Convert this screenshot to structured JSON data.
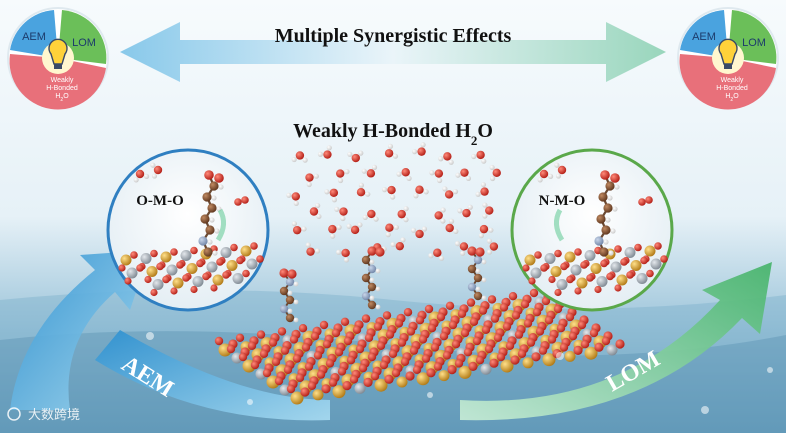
{
  "diagram": {
    "title": "Multiple Synergistic Effects",
    "subtitle_main": "Weakly H-Bonded H",
    "subtitle_sub": "2",
    "subtitle_end": "O",
    "left_circle_label": "O-M-O",
    "right_circle_label": "N-M-O",
    "left_arrow_label": "AEM",
    "right_arrow_label": "LOM",
    "badge": {
      "aem": "AEM",
      "lom": "LOM",
      "line1": "Weakly",
      "line2": "H-Bonded",
      "line3_main": "H",
      "line3_sub": "2",
      "line3_end": "O"
    },
    "watermark": "大数跨境",
    "colors": {
      "badge_blue": "#4aa3df",
      "badge_green": "#6bbf59",
      "badge_pink": "#e8707a",
      "left_circle_border": "#2f7fc1",
      "right_circle_border": "#5aa84a",
      "gold_atom": "#c8901e",
      "red_atom": "#d42a20",
      "grey_atom": "#9aa4ac",
      "brown_atom": "#7a4a2a"
    }
  }
}
